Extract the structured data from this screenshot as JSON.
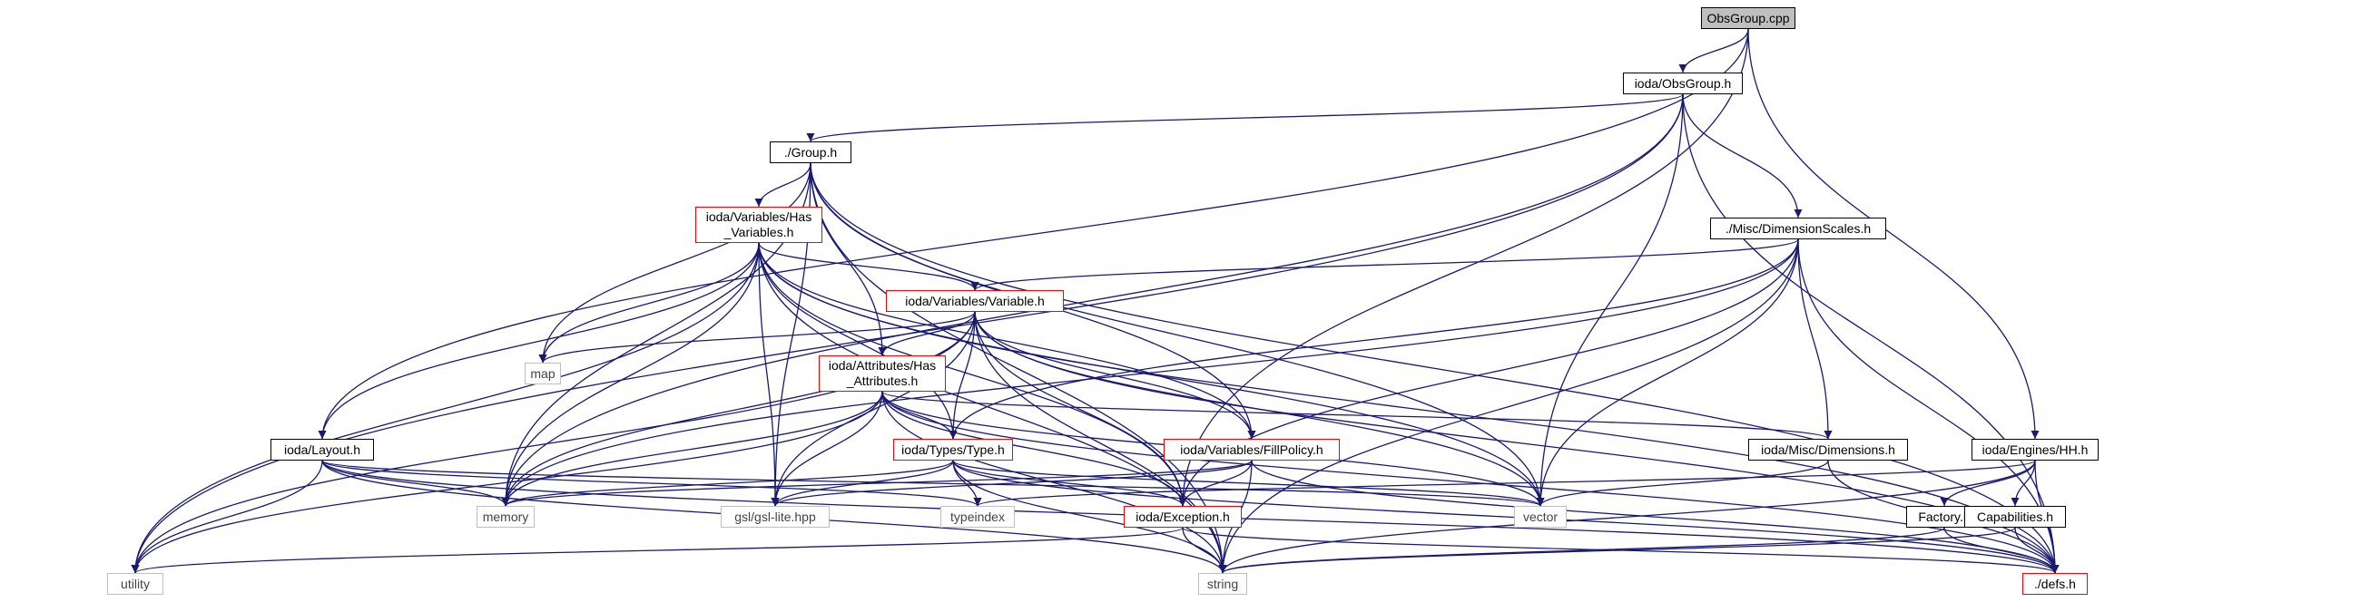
{
  "diagram": {
    "colors": {
      "edge": "#191970",
      "root_fill": "#bfbfbf",
      "truncated_border": "#ff0000",
      "system_border": "#bfbfbf",
      "node_border": "#000000"
    },
    "nodes": [
      {
        "id": "obsgroup_cpp",
        "label": "ObsGroup.cpp",
        "kind": "root"
      },
      {
        "id": "obsgroup_h",
        "label": "ioda/ObsGroup.h",
        "kind": "normal"
      },
      {
        "id": "group_h",
        "label": "./Group.h",
        "kind": "normal"
      },
      {
        "id": "has_variables_h",
        "label": "ioda/Variables/Has\n_Variables.h",
        "kind": "red"
      },
      {
        "id": "dimension_scales_h",
        "label": "./Misc/DimensionScales.h",
        "kind": "normal"
      },
      {
        "id": "variable_h",
        "label": "ioda/Variables/Variable.h",
        "kind": "red"
      },
      {
        "id": "map",
        "label": "map",
        "kind": "sys"
      },
      {
        "id": "has_attributes_h",
        "label": "ioda/Attributes/Has\n_Attributes.h",
        "kind": "red"
      },
      {
        "id": "layout_h",
        "label": "ioda/Layout.h",
        "kind": "normal"
      },
      {
        "id": "type_h",
        "label": "ioda/Types/Type.h",
        "kind": "red"
      },
      {
        "id": "fillpolicy_h",
        "label": "ioda/Variables/FillPolicy.h",
        "kind": "red"
      },
      {
        "id": "dimensions_h",
        "label": "ioda/Misc/Dimensions.h",
        "kind": "normal"
      },
      {
        "id": "engines_hh_h",
        "label": "ioda/Engines/HH.h",
        "kind": "normal"
      },
      {
        "id": "memory",
        "label": "memory",
        "kind": "sys"
      },
      {
        "id": "gsl_lite",
        "label": "gsl/gsl-lite.hpp",
        "kind": "sys"
      },
      {
        "id": "typeindex",
        "label": "typeindex",
        "kind": "sys"
      },
      {
        "id": "exception_h",
        "label": "ioda/Exception.h",
        "kind": "red"
      },
      {
        "id": "vector",
        "label": "vector",
        "kind": "sys"
      },
      {
        "id": "factory_h",
        "label": "Factory.h",
        "kind": "normal"
      },
      {
        "id": "capabilities_h",
        "label": "Capabilities.h",
        "kind": "normal"
      },
      {
        "id": "utility",
        "label": "utility",
        "kind": "sys"
      },
      {
        "id": "string",
        "label": "string",
        "kind": "sys"
      },
      {
        "id": "defs_h",
        "label": "./defs.h",
        "kind": "red"
      }
    ],
    "edges": [
      [
        "obsgroup_cpp",
        "obsgroup_h"
      ],
      [
        "obsgroup_cpp",
        "layout_h"
      ],
      [
        "obsgroup_cpp",
        "exception_h"
      ],
      [
        "obsgroup_cpp",
        "engines_hh_h"
      ],
      [
        "obsgroup_h",
        "group_h"
      ],
      [
        "obsgroup_h",
        "dimension_scales_h"
      ],
      [
        "obsgroup_h",
        "vector"
      ],
      [
        "obsgroup_h",
        "defs_h"
      ],
      [
        "obsgroup_h",
        "memory"
      ],
      [
        "obsgroup_h",
        "utility"
      ],
      [
        "group_h",
        "has_variables_h"
      ],
      [
        "group_h",
        "has_attributes_h"
      ],
      [
        "group_h",
        "fillpolicy_h"
      ],
      [
        "group_h",
        "map"
      ],
      [
        "group_h",
        "memory"
      ],
      [
        "group_h",
        "vector"
      ],
      [
        "group_h",
        "defs_h"
      ],
      [
        "group_h",
        "string"
      ],
      [
        "group_h",
        "gsl_lite"
      ],
      [
        "has_variables_h",
        "variable_h"
      ],
      [
        "has_variables_h",
        "layout_h"
      ],
      [
        "has_variables_h",
        "type_h"
      ],
      [
        "has_variables_h",
        "fillpolicy_h"
      ],
      [
        "has_variables_h",
        "map"
      ],
      [
        "has_variables_h",
        "memory"
      ],
      [
        "has_variables_h",
        "gsl_lite"
      ],
      [
        "has_variables_h",
        "exception_h"
      ],
      [
        "has_variables_h",
        "vector"
      ],
      [
        "has_variables_h",
        "utility"
      ],
      [
        "has_variables_h",
        "string"
      ],
      [
        "has_variables_h",
        "defs_h"
      ],
      [
        "dimension_scales_h",
        "variable_h"
      ],
      [
        "dimension_scales_h",
        "type_h"
      ],
      [
        "dimension_scales_h",
        "dimensions_h"
      ],
      [
        "dimension_scales_h",
        "exception_h"
      ],
      [
        "dimension_scales_h",
        "vector"
      ],
      [
        "dimension_scales_h",
        "memory"
      ],
      [
        "dimension_scales_h",
        "string"
      ],
      [
        "dimension_scales_h",
        "defs_h"
      ],
      [
        "variable_h",
        "has_attributes_h"
      ],
      [
        "variable_h",
        "type_h"
      ],
      [
        "variable_h",
        "fillpolicy_h"
      ],
      [
        "variable_h",
        "map"
      ],
      [
        "variable_h",
        "memory"
      ],
      [
        "variable_h",
        "gsl_lite"
      ],
      [
        "variable_h",
        "exception_h"
      ],
      [
        "variable_h",
        "vector"
      ],
      [
        "variable_h",
        "string"
      ],
      [
        "variable_h",
        "utility"
      ],
      [
        "variable_h",
        "defs_h"
      ],
      [
        "has_attributes_h",
        "type_h"
      ],
      [
        "has_attributes_h",
        "dimensions_h"
      ],
      [
        "has_attributes_h",
        "exception_h"
      ],
      [
        "has_attributes_h",
        "gsl_lite"
      ],
      [
        "has_attributes_h",
        "memory"
      ],
      [
        "has_attributes_h",
        "vector"
      ],
      [
        "has_attributes_h",
        "string"
      ],
      [
        "has_attributes_h",
        "utility"
      ],
      [
        "has_attributes_h",
        "defs_h"
      ],
      [
        "layout_h",
        "memory"
      ],
      [
        "layout_h",
        "typeindex"
      ],
      [
        "layout_h",
        "utility"
      ],
      [
        "layout_h",
        "string"
      ],
      [
        "layout_h",
        "vector"
      ],
      [
        "layout_h",
        "defs_h"
      ],
      [
        "type_h",
        "memory"
      ],
      [
        "type_h",
        "gsl_lite"
      ],
      [
        "type_h",
        "typeindex"
      ],
      [
        "type_h",
        "exception_h"
      ],
      [
        "type_h",
        "vector"
      ],
      [
        "type_h",
        "string"
      ],
      [
        "type_h",
        "defs_h"
      ],
      [
        "fillpolicy_h",
        "exception_h"
      ],
      [
        "fillpolicy_h",
        "gsl_lite"
      ],
      [
        "fillpolicy_h",
        "memory"
      ],
      [
        "fillpolicy_h",
        "string"
      ],
      [
        "fillpolicy_h",
        "defs_h"
      ],
      [
        "dimensions_h",
        "vector"
      ],
      [
        "dimensions_h",
        "defs_h"
      ],
      [
        "engines_hh_h",
        "factory_h"
      ],
      [
        "engines_hh_h",
        "capabilities_h"
      ],
      [
        "engines_hh_h",
        "defs_h"
      ],
      [
        "engines_hh_h",
        "string"
      ],
      [
        "engines_hh_h",
        "typeindex"
      ],
      [
        "exception_h",
        "string"
      ],
      [
        "exception_h",
        "utility"
      ],
      [
        "exception_h",
        "defs_h"
      ],
      [
        "factory_h",
        "string"
      ],
      [
        "factory_h",
        "defs_h"
      ],
      [
        "capabilities_h",
        "string"
      ],
      [
        "capabilities_h",
        "defs_h"
      ]
    ]
  }
}
